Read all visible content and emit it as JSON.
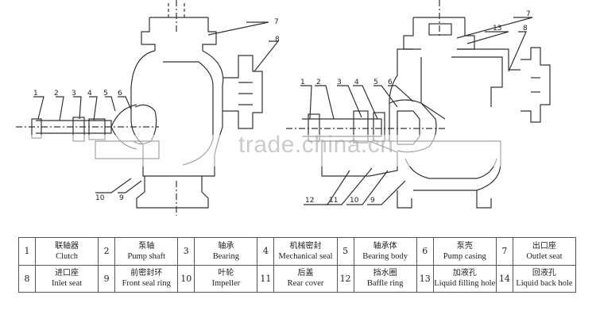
{
  "diagram": {
    "callouts_left": [
      "1",
      "2",
      "3",
      "4",
      "5",
      "6",
      "7",
      "8",
      "9",
      "10"
    ],
    "callouts_right": [
      "1",
      "2",
      "3",
      "4",
      "5",
      "6",
      "7",
      "13",
      "8",
      "12",
      "11",
      "10",
      "9"
    ],
    "watermark": "trade.china.cn"
  },
  "legend": {
    "rows": [
      [
        {
          "num": "1",
          "zh": "联轴器",
          "en": "Clutch"
        },
        {
          "num": "2",
          "zh": "泵轴",
          "en": "Pump shaft"
        },
        {
          "num": "3",
          "zh": "轴承",
          "en": "Bearing"
        },
        {
          "num": "4",
          "zh": "机械密封",
          "en": "Mechanical seal"
        },
        {
          "num": "5",
          "zh": "轴承体",
          "en": "Bearing body"
        },
        {
          "num": "6",
          "zh": "泵壳",
          "en": "Pump casing"
        },
        {
          "num": "7",
          "zh": "出口座",
          "en": "Outlet seat"
        }
      ],
      [
        {
          "num": "8",
          "zh": "进口座",
          "en": "Inlet seat"
        },
        {
          "num": "9",
          "zh": "前密封环",
          "en": "Front seal ring"
        },
        {
          "num": "10",
          "zh": "叶轮",
          "en": "Impeller"
        },
        {
          "num": "11",
          "zh": "后盖",
          "en": "Rear cover"
        },
        {
          "num": "12",
          "zh": "挡水圈",
          "en": "Baffle ring"
        },
        {
          "num": "13",
          "zh": "加液孔",
          "en": "Liquid filling hole"
        },
        {
          "num": "14",
          "zh": "回液孔",
          "en": "Liquid back hole"
        }
      ]
    ]
  }
}
